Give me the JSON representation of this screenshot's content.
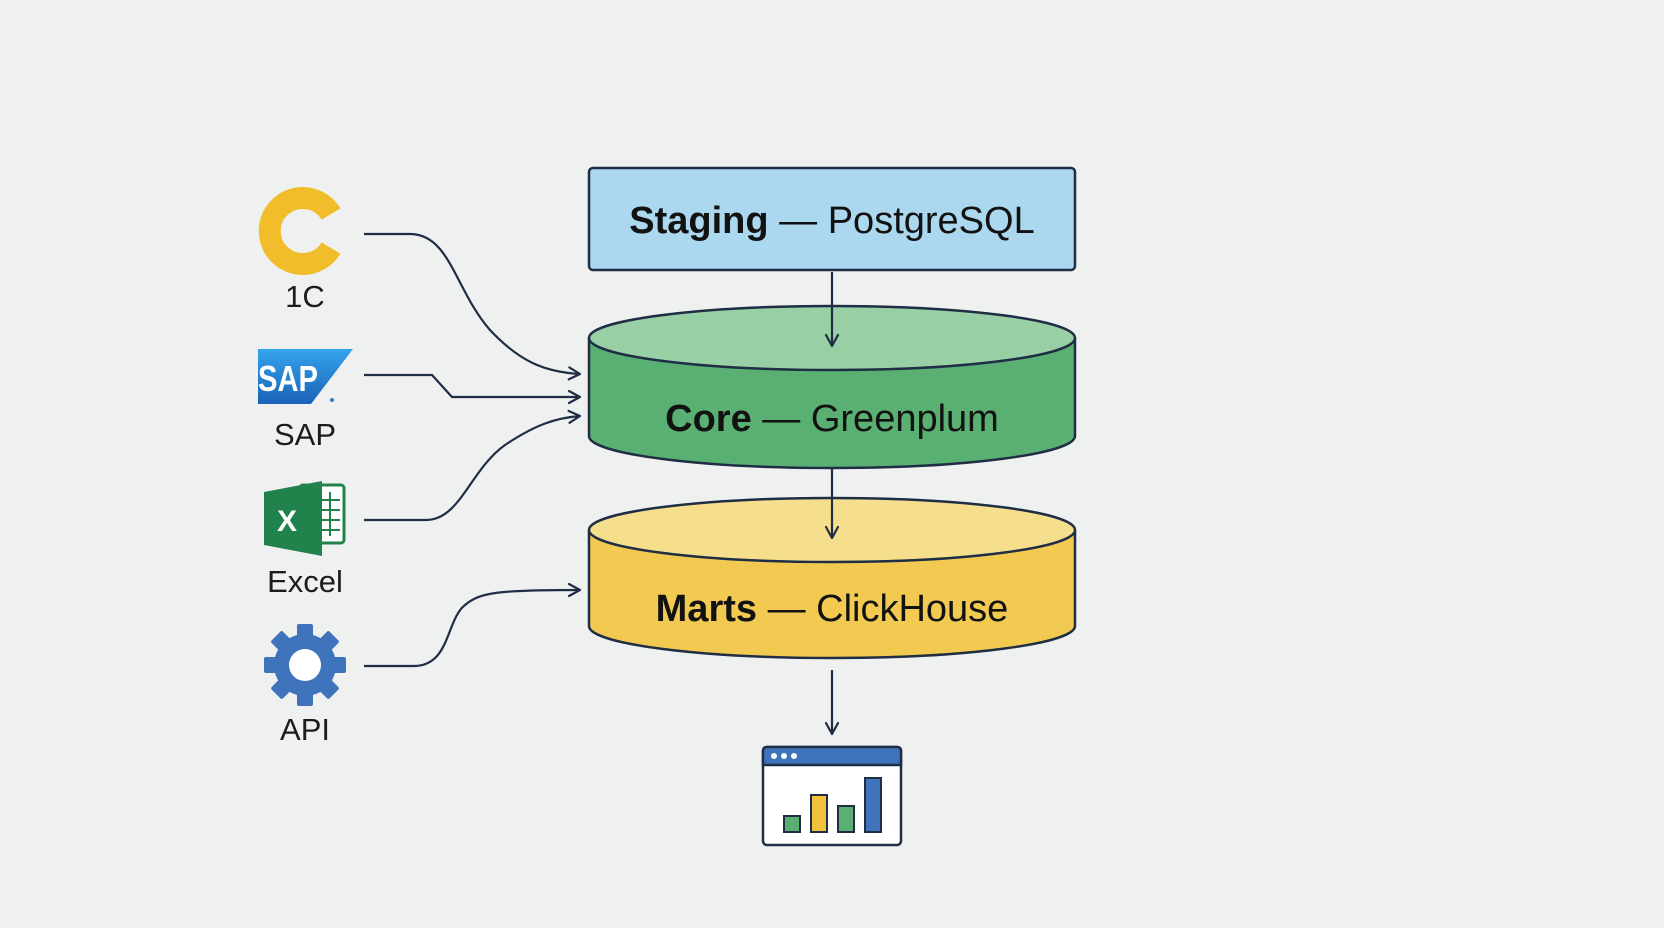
{
  "sources": [
    {
      "label": "1C",
      "icon": "1c-logo-icon",
      "color": "#f2bd2a"
    },
    {
      "label": "SAP",
      "icon": "sap-logo-icon",
      "color": "#2a7fd4",
      "logo_text": "SAP"
    },
    {
      "label": "Excel",
      "icon": "excel-icon",
      "color": "#22824b",
      "logo_text": "X"
    },
    {
      "label": "API",
      "icon": "gear-icon",
      "color": "#3f74bd"
    }
  ],
  "layers": [
    {
      "name": "Staging",
      "tech": " — PostgreSQL",
      "shape": "rectangle",
      "color": "#acd8ef"
    },
    {
      "name": "Core",
      "tech": " — Greenplum",
      "shape": "cylinder",
      "color": "#5aaf72",
      "top_color": "#98cfa4"
    },
    {
      "name": "Marts",
      "tech": " — ClickHouse",
      "shape": "cylinder",
      "color": "#f2ca52",
      "top_color": "#f6df8c"
    }
  ],
  "output": {
    "icon": "dashboard-chart-icon",
    "bar_colors": [
      "#5aaf72",
      "#f2c23a",
      "#5aaf72",
      "#3f74bd"
    ]
  },
  "colors": {
    "outline": "#1f2e45",
    "background": "#eff1f1"
  }
}
